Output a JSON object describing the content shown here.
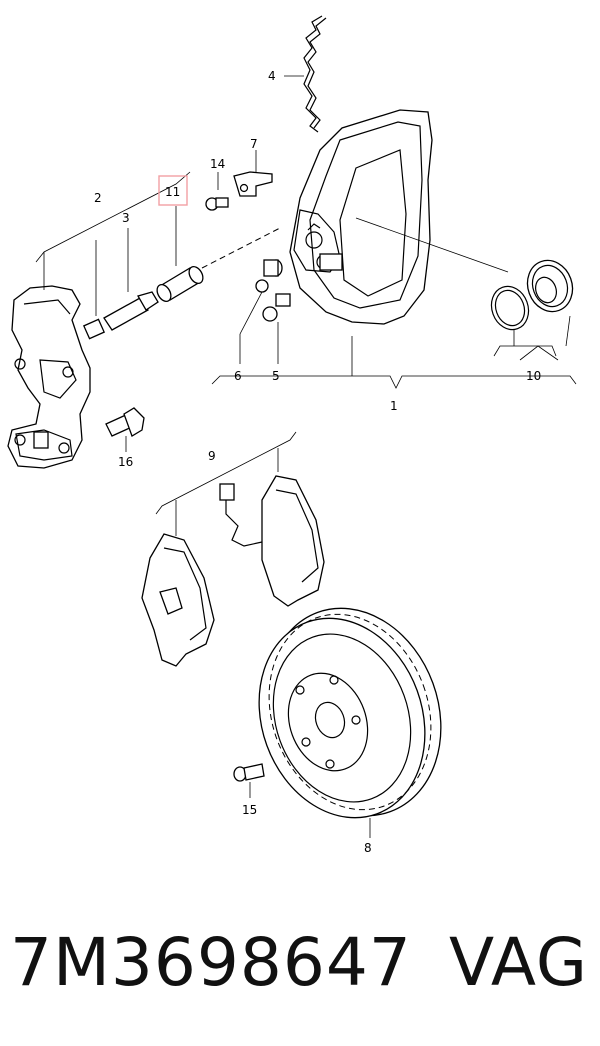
{
  "callouts": {
    "c1": "1",
    "c2": "2",
    "c3": "3",
    "c4": "4",
    "c5": "5",
    "c6": "6",
    "c7": "7",
    "c8": "8",
    "c9": "9",
    "c10": "10",
    "c11": "11",
    "c14": "14",
    "c15": "15",
    "c16": "16"
  },
  "highlight": {
    "callout": "11",
    "color": "#f2a0a4"
  },
  "caption": {
    "part_number": "7M3698647",
    "brand": "VAG"
  }
}
